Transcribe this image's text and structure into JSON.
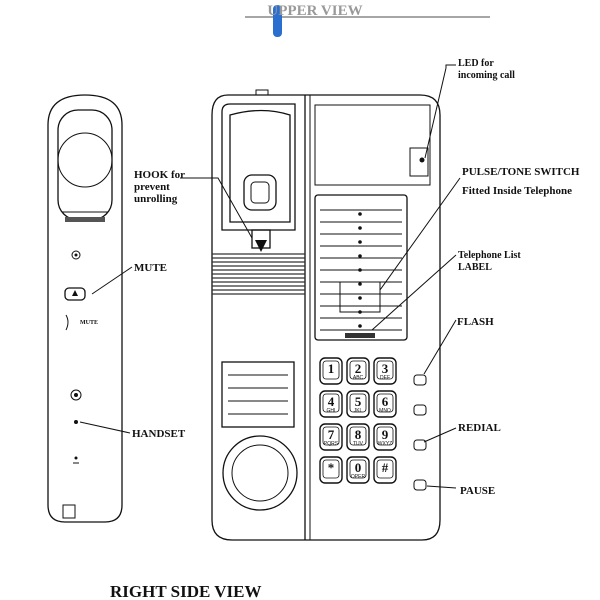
{
  "top_view_label": "UPPER VIEW",
  "bottom_view_label": "RIGHT SIDE VIEW",
  "handset_labels": {
    "hook": "HOOK for prevent unrolling",
    "hook_lines": [
      "HOOK for",
      "prevent",
      "unrolling"
    ],
    "mute": "MUTE",
    "handset": "HANDSET",
    "mute_button_text": "MUTE"
  },
  "base_labels": {
    "led": "LED for incoming call",
    "led_lines": [
      "LED for",
      "incoming call"
    ],
    "pulse_tone": "PULSE/TONE SWITCH",
    "fitted": "Fitted Inside Telephone",
    "telephone_list": "Telephone List LABEL",
    "telephone_list_lines": [
      "Telephone List",
      "LABEL"
    ],
    "flash": "FLASH",
    "redial": "REDIAL",
    "pause": "PAUSE"
  },
  "keypad": [
    {
      "digit": "1",
      "sub": ""
    },
    {
      "digit": "2",
      "sub": "ABC"
    },
    {
      "digit": "3",
      "sub": "DEF"
    },
    {
      "digit": "4",
      "sub": "GHI"
    },
    {
      "digit": "5",
      "sub": "JKL"
    },
    {
      "digit": "6",
      "sub": "MNO"
    },
    {
      "digit": "7",
      "sub": "PQRS"
    },
    {
      "digit": "8",
      "sub": "TUV"
    },
    {
      "digit": "9",
      "sub": "WXYZ"
    },
    {
      "digit": "*",
      "sub": ""
    },
    {
      "digit": "0",
      "sub": "OPER"
    },
    {
      "digit": "#",
      "sub": ""
    }
  ]
}
